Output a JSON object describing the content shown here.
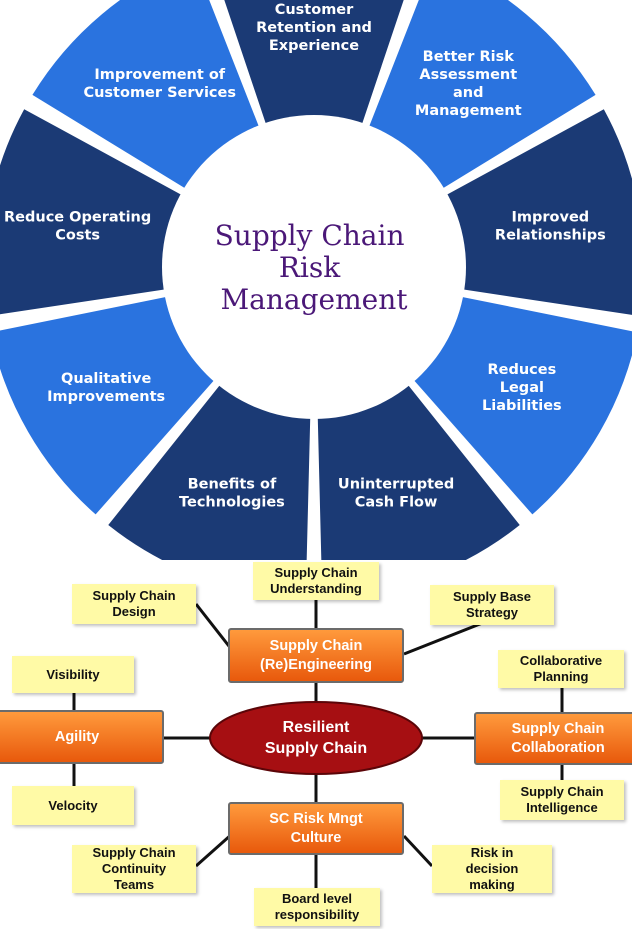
{
  "wheel": {
    "center_title": [
      "Supply Chain",
      "Risk",
      "Management"
    ],
    "segments": [
      {
        "lines": [
          "Customer",
          "Retention and",
          "Experience"
        ],
        "color": "#1b3a75"
      },
      {
        "lines": [
          "Better Risk",
          "Assessment",
          "and",
          "Management"
        ],
        "color": "#2a73df"
      },
      {
        "lines": [
          "Improved",
          "Relationships"
        ],
        "color": "#1b3a75"
      },
      {
        "lines": [
          "Reduces",
          "Legal",
          "Liabilities"
        ],
        "color": "#2a73df"
      },
      {
        "lines": [
          "Uninterrupted",
          "Cash Flow"
        ],
        "color": "#1b3a75"
      },
      {
        "lines": [
          "Benefits of",
          "Technologies"
        ],
        "color": "#1b3a75"
      },
      {
        "lines": [
          "Qualitative",
          "Improvements"
        ],
        "color": "#2a73df"
      },
      {
        "lines": [
          "Reduce Operating",
          "Costs"
        ],
        "color": "#1b3a75"
      },
      {
        "lines": [
          "Improvement of",
          "Customer Services"
        ],
        "color": "#2a73df"
      }
    ]
  },
  "map": {
    "core": "Resilient\nSupply Chain",
    "reengineering": "Supply Chain\n(Re)Engineering",
    "agility": "Agility",
    "collaboration": "Supply Chain\nCollaboration",
    "culture": "SC Risk Mngt\nCulture",
    "notes": {
      "understanding": "Supply Chain\nUnderstanding",
      "design": "Supply Chain\nDesign",
      "supply_base": "Supply Base\nStrategy",
      "visibility": "Visibility",
      "velocity": "Velocity",
      "collab_planning": "Collaborative\nPlanning",
      "intelligence": "Supply Chain\nIntelligence",
      "continuity": "Supply Chain\nContinuity\nTeams",
      "board": "Board level\nresponsibility",
      "risk_decision": "Risk in\ndecision\nmaking"
    }
  }
}
